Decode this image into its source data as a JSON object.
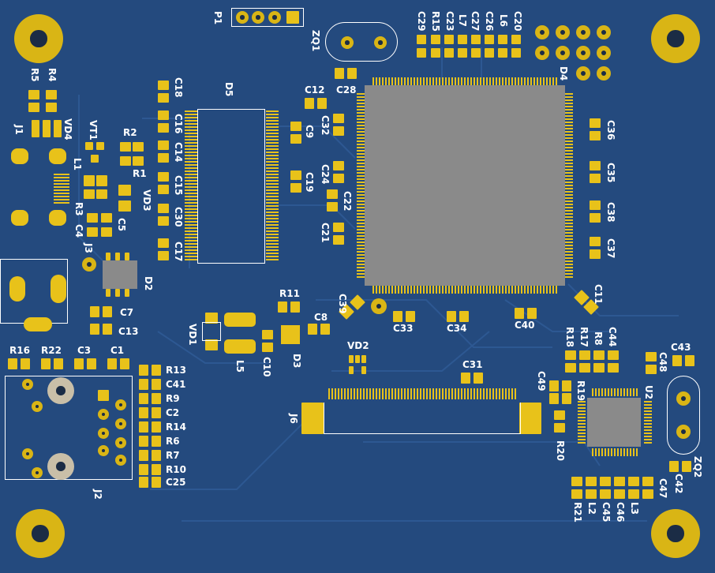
{
  "board": {
    "substrate_color": "#244a7e",
    "copper_color": "#e8c21a",
    "silkscreen_color": "#ffffff",
    "chip_color": "#8a8a8a"
  },
  "labels": {
    "P1": "P1",
    "ZQ1": "ZQ1",
    "C29": "C29",
    "R15": "R15",
    "C23": "C23",
    "L7": "L7",
    "C27": "C27",
    "C26": "C26",
    "L6": "L6",
    "C20": "C20",
    "D4": "D4",
    "R5": "R5",
    "R4": "R4",
    "C18": "C18",
    "D5": "D5",
    "C12": "C12",
    "C28": "C28",
    "C32": "C32",
    "C9": "C9",
    "C16": "C16",
    "C14": "C14",
    "VT1": "VT1",
    "VD4": "VD4",
    "J1": "J1",
    "R2": "R2",
    "L1": "L1",
    "R1": "R1",
    "C15": "C15",
    "C24": "C24",
    "C19": "C19",
    "C22": "C22",
    "VD3": "VD3",
    "R3": "R3",
    "C4": "C4",
    "C5": "C5",
    "C30": "C30",
    "C21": "C21",
    "C36": "C36",
    "C35": "C35",
    "C38": "C38",
    "C37": "C37",
    "J3": "J3",
    "C17": "C17",
    "D2": "D2",
    "C11": "C11",
    "C7": "C7",
    "C13": "C13",
    "R11": "R11",
    "C39": "C39",
    "C8": "C8",
    "C33": "C33",
    "C34": "C34",
    "C40": "C40",
    "VD1": "VD1",
    "L5": "L5",
    "C10": "C10",
    "D3": "D3",
    "R16": "R16",
    "R22": "R22",
    "C3": "C3",
    "C1": "C1",
    "R18": "R18",
    "R17": "R17",
    "R8": "R8",
    "C44": "C44",
    "C48": "C48",
    "C43": "C43",
    "VD2": "VD2",
    "R13": "R13",
    "C31": "C31",
    "C41": "C41",
    "C49": "C49",
    "R19": "R19",
    "U2": "U2",
    "R9": "R9",
    "C2": "C2",
    "J6": "J6",
    "R14": "R14",
    "R6": "R6",
    "R20": "R20",
    "R7": "R7",
    "ZQ2": "ZQ2",
    "R10": "R10",
    "C25": "C25",
    "C42": "C42",
    "J2": "J2",
    "R21": "R21",
    "L2": "L2",
    "C45": "C45",
    "C46": "C46",
    "L3": "L3",
    "C47": "C47"
  }
}
